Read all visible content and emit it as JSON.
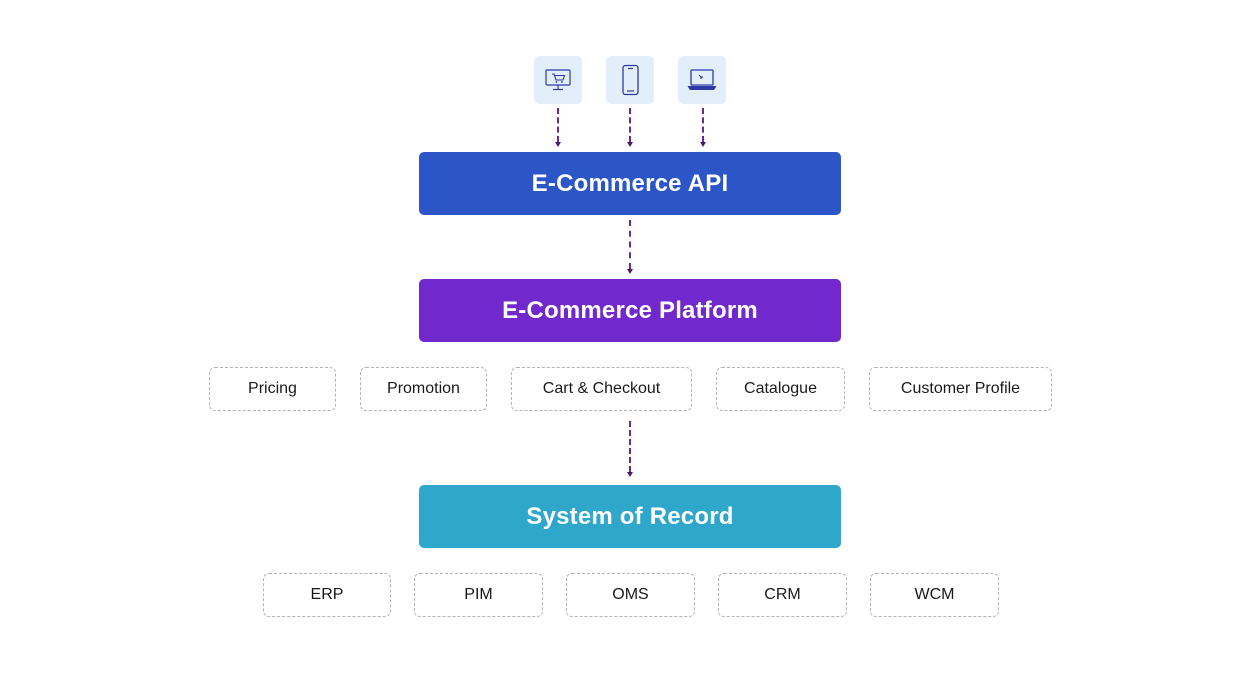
{
  "devices": [
    {
      "icon": "desktop-cart-icon"
    },
    {
      "icon": "mobile-phone-icon"
    },
    {
      "icon": "laptop-icon"
    }
  ],
  "layers": {
    "api": {
      "label": "E-Commerce API",
      "color": "#2c56c8"
    },
    "platform": {
      "label": "E-Commerce Platform",
      "color": "#7128cc"
    },
    "record": {
      "label": "System of Record",
      "color": "#2ea7cb"
    }
  },
  "platform_modules": [
    {
      "label": "Pricing"
    },
    {
      "label": "Promotion"
    },
    {
      "label": "Cart & Checkout"
    },
    {
      "label": "Catalogue"
    },
    {
      "label": "Customer Profile"
    }
  ],
  "record_systems": [
    {
      "label": "ERP"
    },
    {
      "label": "PIM"
    },
    {
      "label": "OMS"
    },
    {
      "label": "CRM"
    },
    {
      "label": "WCM"
    }
  ],
  "colors": {
    "connector": "#6a2a8f",
    "device_tile": "#e3eefb",
    "icon_stroke": "#2d3aa3"
  }
}
